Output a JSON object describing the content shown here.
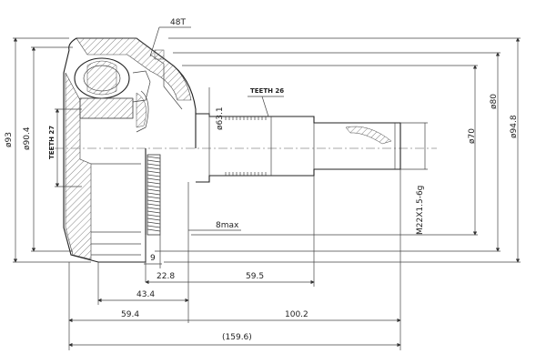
{
  "labels": {
    "boot_band": "48T",
    "spline_inner": "TEETH 27",
    "spline_outer": "TEETH 26",
    "d_93": "ø93",
    "d_90_4": "ø90.4",
    "d_63_1": "ø63.1",
    "d_70": "ø70",
    "d_80": "ø80",
    "d_94_8": "ø94.8",
    "thread": "M22X1.5-6g",
    "max_8": "8max",
    "len_9": "9",
    "len_22_8": "22.8",
    "len_59_5": "59.5",
    "len_43_4": "43.4",
    "len_59_4": "59.4",
    "len_100_2": "100.2",
    "len_159_6": "(159.6)"
  }
}
